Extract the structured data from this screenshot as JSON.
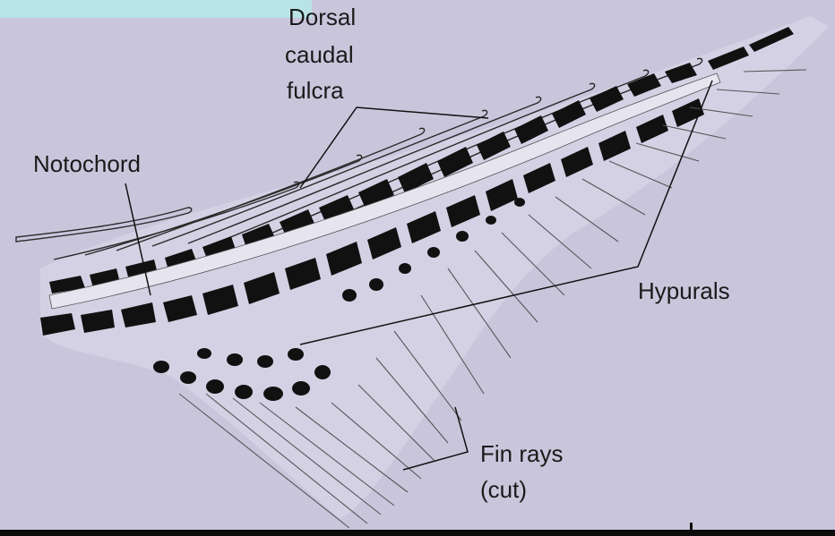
{
  "diagram": {
    "labels": {
      "dorsal_line1": "Dorsal",
      "dorsal_line2": "caudal",
      "dorsal_line3": "fulcra",
      "notochord": "Notochord",
      "hypurals": "Hypurals",
      "fin_rays_line1": "Fin rays",
      "fin_rays_line2": "(cut)"
    },
    "colors": {
      "background": "#c9c6dc",
      "ink": "#111111",
      "header_box": "#b9e4e6"
    }
  }
}
